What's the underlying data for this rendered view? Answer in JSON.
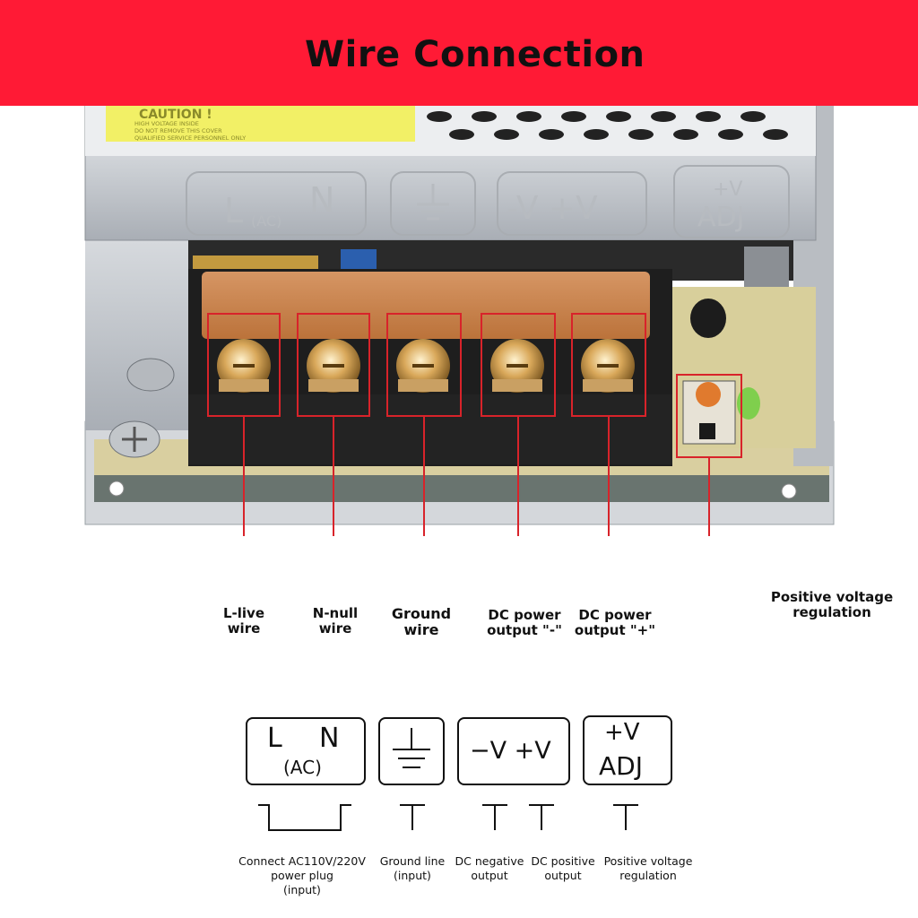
{
  "header": {
    "title": "Wire Connection"
  },
  "photo": {
    "caution_title": "CAUTION !",
    "caution_lines": [
      "HIGH VOLTAGE INSIDE",
      "DO NOT REMOVE THIS COVER",
      "QUALIFIED SERVICE PERSONNEL ONLY"
    ],
    "embossed_l": "L",
    "embossed_ac": "(AC)",
    "embossed_n": "N",
    "embossed_v": "-V  +V",
    "embossed_adj_top": "+V",
    "embossed_adj_bottom": "ADJ"
  },
  "callouts": [
    {
      "line1": "L-live",
      "line2": "wire"
    },
    {
      "line1": "N-null",
      "line2": "wire"
    },
    {
      "line1": "Ground",
      "line2": "wire"
    },
    {
      "line1": "DC power",
      "line2": "output \"-\""
    },
    {
      "line1": "DC power",
      "line2": "output \"+\""
    },
    {
      "line1": "Positive voltage",
      "line2": "regulation"
    }
  ],
  "legend": {
    "ln_l": "L",
    "ln_n": "N",
    "ln_ac": "(AC)",
    "dc_label": "−V +V",
    "adj_top": "+V",
    "adj_bottom": "ADJ"
  },
  "captions": [
    {
      "line1": "Connect AC110V/220V",
      "line2": "power plug",
      "line3": "(input)"
    },
    {
      "line1": "Ground line",
      "line2": "(input)"
    },
    {
      "line1": "DC negative",
      "line2": "output"
    },
    {
      "line1": "DC positive",
      "line2": "output"
    },
    {
      "line1": "Positive voltage",
      "line2": "regulation"
    }
  ],
  "colors": {
    "banner": "#ff1a35",
    "callout_line": "#d8232a"
  }
}
